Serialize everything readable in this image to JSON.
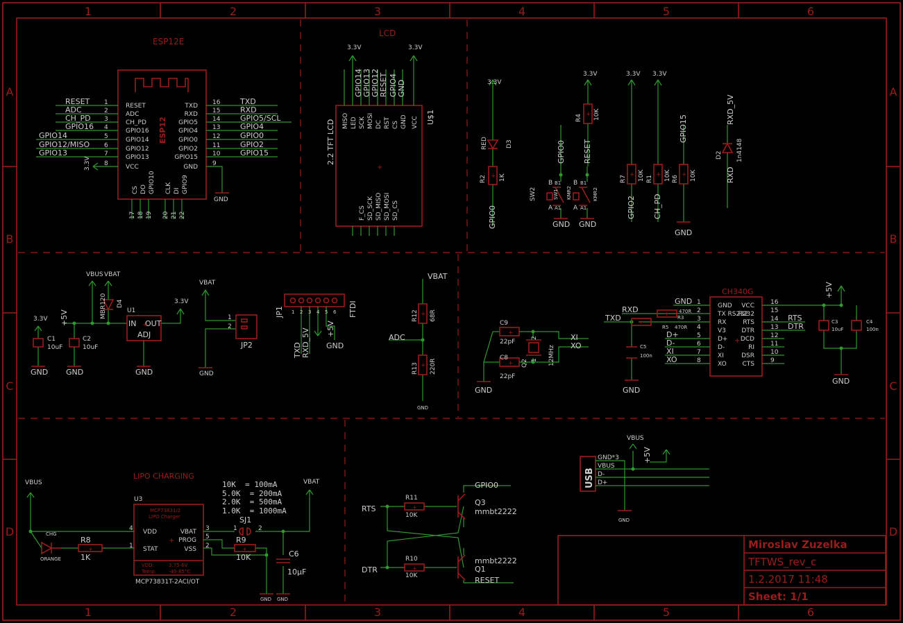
{
  "frame": {
    "columns": [
      "1",
      "2",
      "3",
      "4",
      "5",
      "6"
    ],
    "rows": [
      "A",
      "B",
      "C",
      "D"
    ]
  },
  "title_block": {
    "author": "Miroslav Zuzelka",
    "project": "TFTWS_rev_c",
    "date": "1.2.2017 11:48",
    "sheet": "Sheet: 1/1"
  },
  "esp": {
    "title": "ESP12E",
    "part": "ESP12",
    "left_nets": [
      "RESET",
      "ADC",
      "CH_PD",
      "GPIO16",
      "GPIO14",
      "GPIO12/MISO",
      "GPIO13"
    ],
    "left_pins": [
      "RESET",
      "ADC",
      "CH_PD",
      "GPIO16",
      "GPIO14",
      "GPIO12",
      "GPIO13",
      "VCC"
    ],
    "left_nums": [
      "1",
      "2",
      "3",
      "4",
      "5",
      "6",
      "7",
      "8"
    ],
    "right_pins": [
      "TXD",
      "RXD",
      "GPIO5",
      "GPIO4",
      "GPIO0",
      "GPIO2",
      "GPIO15",
      "GND"
    ],
    "right_nums": [
      "16",
      "15",
      "14",
      "13",
      "12",
      "11",
      "10",
      "9"
    ],
    "right_nets": [
      "TXD",
      "RXD",
      "GPIO5/SCL",
      "GPIO4",
      "GPIO0",
      "GPIO2",
      "GPIO15"
    ],
    "bottom_pins": [
      "CS",
      "DO",
      "GPIO10",
      "CLK",
      "DI",
      "GPIO9"
    ],
    "bottom_nums": [
      "17",
      "18",
      "19",
      "20",
      "21",
      "22"
    ],
    "vcc": "3.3V",
    "gnd": "GND"
  },
  "lcd": {
    "title": "LCD",
    "name": "U$1",
    "desc": "2.2 TFT LCD",
    "pins": [
      "MISO",
      "LED",
      "SCK",
      "MOSI",
      "DC",
      "RST",
      "CS",
      "GND",
      "VCC"
    ],
    "nets": [
      "GPIO14",
      "GPIO13",
      "GPIO12",
      "RESET",
      "GPIO4",
      "GND"
    ],
    "bottom_pins": [
      "F_CS",
      "SD_SCK",
      "SD_MISO",
      "SD_MOSI",
      "SD_CS"
    ],
    "v1": "3.3V",
    "v2": "3.3V"
  },
  "topright": {
    "v": "3.3V",
    "gnd": "GND",
    "led_color": "RED",
    "d3": "D3",
    "r2": "R2",
    "r2v": "1K",
    "gpio0": "GPIO0",
    "reset": "RESET",
    "sw2": "SW2",
    "sw1": "SW1",
    "kmr": "KMR2",
    "r4": "R4",
    "r4v": "10K",
    "r7": "R7",
    "r7v": "10K",
    "r1": "R1",
    "r1v": "10K",
    "r6": "R6",
    "r6v": "10K",
    "gpio2": "GPIO2",
    "ch_pd": "CH_PD",
    "gpio15": "GPIO15",
    "d2": "D2",
    "d2v": "1n4148",
    "rxd5v": "RXD_5V",
    "rxd": "RXD",
    "pin_a": "A",
    "pin_b": "B",
    "pin_a1": "A1",
    "pin_b1": "B1"
  },
  "power": {
    "v33": "3.3V",
    "v5": "+5V",
    "vbus": "VBUS",
    "vbat": "VBAT",
    "c1": "C1",
    "c1v": "10uF",
    "c2": "C2",
    "c2v": "10uF",
    "u1": "U1",
    "in": "IN",
    "out": "OUT",
    "adj": "ADJ",
    "d4": "D4",
    "d4v": "MBR120",
    "gnd": "GND"
  },
  "jp2": {
    "name": "JP2",
    "pin1": "1",
    "pin2": "2",
    "vbat": "VBAT",
    "gnd": "GND"
  },
  "ftdi": {
    "name": "JP1",
    "label": "FTDI",
    "pins": [
      "1",
      "2",
      "3",
      "4",
      "5",
      "6"
    ],
    "nets": [
      "TXD",
      "RXD_5V",
      "+5V",
      "GND"
    ]
  },
  "divider": {
    "vbat": "VBAT",
    "r12": "R12",
    "r12v": "68R",
    "adc": "ADC",
    "r13": "R13",
    "r13v": "220R",
    "gnd": "GND"
  },
  "crystal": {
    "c9": "C9",
    "c9v": "22pF",
    "c8": "C8",
    "c8v": "22pF",
    "q2": "Q2",
    "q2v": "12MHz",
    "xi": "XI",
    "xo": "XO",
    "gnd": "GND",
    "p1": "1",
    "p2": "2"
  },
  "ch340": {
    "name": "CH340G",
    "left_pins": [
      "GND",
      "TX RS232",
      "RX",
      "V3",
      "D+",
      "D-",
      "XI",
      "XO"
    ],
    "left_nums": [
      "1",
      "2",
      "3",
      "4",
      "5",
      "6",
      "7",
      "8"
    ],
    "right_pins": [
      "VCC",
      "R232",
      "RTS",
      "DTR",
      "DCD",
      "RI",
      "DSR",
      "CTS"
    ],
    "right_nums": [
      "16",
      "15",
      "14",
      "13",
      "12",
      "11",
      "10",
      "9"
    ],
    "left_nets": [
      "GND",
      "RXD",
      "TXD",
      "D+",
      "D-",
      "XI",
      "XO"
    ],
    "right_nets": [
      "RTS",
      "DTR"
    ],
    "r3": "R3",
    "r3v": "470R",
    "r5": "R5",
    "r5v": "470R",
    "c5": "C5",
    "c5v": "100n",
    "c3": "C3",
    "c3v": "10uF",
    "c4": "C4",
    "c4v": "100n",
    "v5": "+5V",
    "gnd": "GND"
  },
  "lipo": {
    "title": "LIPO CHARGING",
    "u3": "U3",
    "chip": "MCP73831/2",
    "chip2": "LIPO Charger",
    "part": "MCP73831T-2ACI/OT",
    "vdd": "VDD",
    "stat": "STAT",
    "vbat_pin": "VBAT",
    "prog": "PROG",
    "vss": "VSS",
    "vdd_range_label": "VDD:",
    "vdd_range": "3.75-6V",
    "temp_label": "Temp:",
    "temp_range": "-40-85°C",
    "pin4": "4",
    "pin1": "1",
    "pin3": "3",
    "pin5": "5",
    "pin2": "2",
    "vbus": "VBUS",
    "vbat": "VBAT",
    "chg": "CHG",
    "led": "ORANGE",
    "r8": "R8",
    "r8v": "1K",
    "r9": "R9",
    "r9v": "10K",
    "sj1": "SJ1",
    "sj_1": "1",
    "sj_2": "2",
    "c6": "C6",
    "c6v": "10µF",
    "gnd": "GND",
    "table": [
      "10K  = 100mA",
      "5.0K  = 200mA",
      "2.0K  = 500mA",
      "1.0K  = 1000mA"
    ]
  },
  "transistors": {
    "rts": "RTS",
    "dtr": "DTR",
    "r11": "R11",
    "r11v": "10K",
    "r10": "R10",
    "r10v": "10K",
    "q3": "Q3",
    "q3v": "mmbt2222",
    "q1": "Q1",
    "q1v": "mmbt2222",
    "gpio0": "GPIO0",
    "reset": "RESET"
  },
  "usb": {
    "label": "USB",
    "pins": [
      "GND*3",
      "VBUS",
      "D-",
      "D+"
    ],
    "vbus": "VBUS",
    "v5": "+5V",
    "gnd": "GND"
  }
}
